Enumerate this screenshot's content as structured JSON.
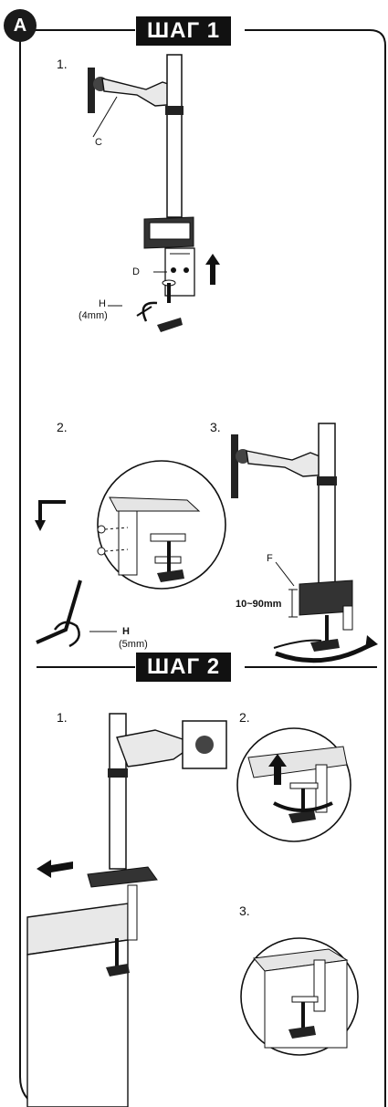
{
  "badge": "A",
  "step1": {
    "title": "ШАГ 1",
    "sub1": {
      "num": "1.",
      "label_c": "C",
      "label_d": "D",
      "label_h": "H",
      "label_h_size": "(4mm)"
    },
    "sub2": {
      "num": "2.",
      "label_h": "H",
      "label_h_size": "(5mm)"
    },
    "sub3": {
      "num": "3.",
      "label_f": "F",
      "label_range": "10~90mm"
    }
  },
  "step2": {
    "title": "ШАГ 2",
    "sub1": {
      "num": "1."
    },
    "sub2": {
      "num": "2."
    },
    "sub3": {
      "num": "3."
    }
  }
}
